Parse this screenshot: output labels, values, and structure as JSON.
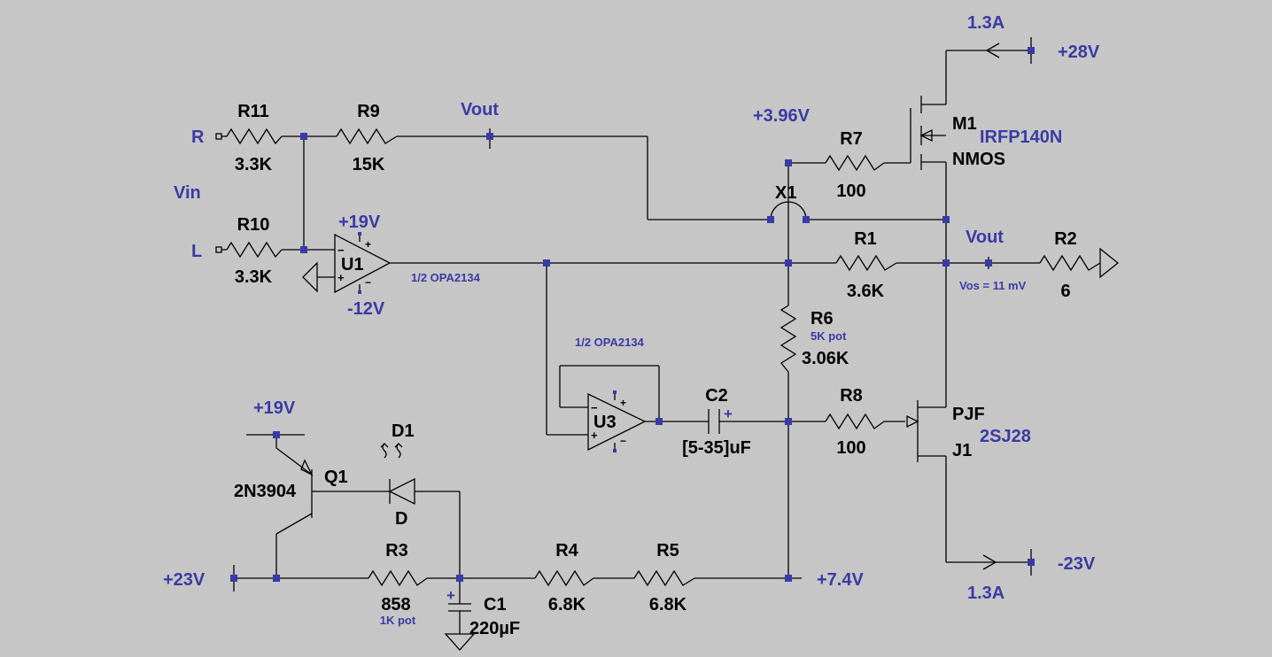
{
  "labels": {
    "r11": "R11",
    "r11_val": "3.3K",
    "r9": "R9",
    "r9_val": "15K",
    "r10": "R10",
    "r10_val": "3.3K",
    "r7": "R7",
    "r7_val": "100",
    "r1": "R1",
    "r1_val": "3.6K",
    "r2": "R2",
    "r2_val": "6",
    "r6": "R6",
    "r6_note": "5K pot",
    "r6_val": "3.06K",
    "r8": "R8",
    "r8_val": "100",
    "r3": "R3",
    "r3_val": "858",
    "r3_note": "1K pot",
    "r4": "R4",
    "r4_val": "6.8K",
    "r5": "R5",
    "r5_val": "6.8K",
    "c1": "C1",
    "c1_val": "220µF",
    "c2": "C2",
    "c2_val": "[5-35]uF",
    "u1": "U1",
    "u1_part": "1/2 OPA2134",
    "u3": "U3",
    "u3_part": "1/2 OPA2134",
    "m1": "M1",
    "m1_part": "IRFP140N",
    "m1_type": "NMOS",
    "j1": "J1",
    "j1_type": "PJF",
    "j1_part": "2SJ28",
    "q1": "Q1",
    "q1_part": "2N3904",
    "d1": "D1",
    "d1_type": "D",
    "x1": "X1"
  },
  "nets": {
    "vin": "Vin",
    "r": "R",
    "l": "L",
    "vout_top": "Vout",
    "vout_right": "Vout",
    "v396": "+3.96V",
    "p19_u1": "+19V",
    "m12": "-12V",
    "p19_q1": "+19V",
    "p23": "+23V",
    "p74": "+7.4V",
    "p28": "+28V",
    "m23": "-23V",
    "i_top": "1.3A",
    "i_bot": "1.3A",
    "vos": "Vos = 11 mV"
  },
  "colors": {
    "background": "#c6c6c6",
    "wire": "#000000",
    "net_label": "#3a3aa6"
  }
}
